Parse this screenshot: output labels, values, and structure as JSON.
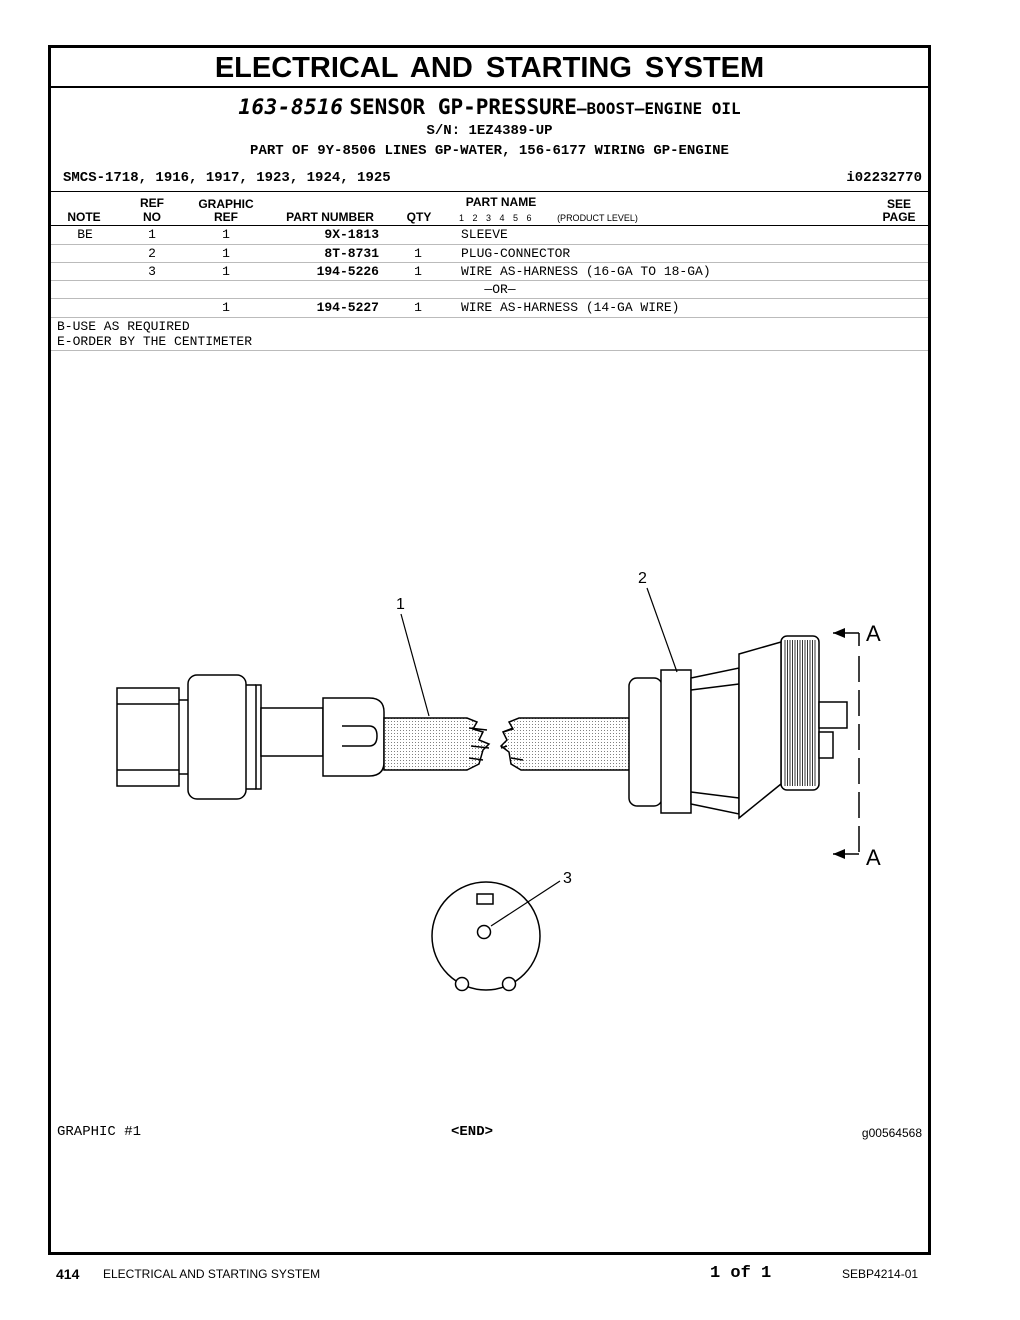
{
  "header": {
    "title": "ELECTRICAL AND STARTING SYSTEM",
    "group_part_number": "163-8516",
    "group_name": "SENSOR GP-PRESSURE",
    "group_subname": "—BOOST—ENGINE OIL",
    "serial": "S/N: 1EZ4389-UP",
    "part_of": "PART OF 9Y-8506 LINES GP-WATER, 156-6177 WIRING GP-ENGINE",
    "smcs": "SMCS-1718, 1916, 1917, 1923, 1924, 1925",
    "info_id": "i02232770"
  },
  "columns": {
    "note": "NOTE",
    "ref_no_top": "REF",
    "ref_no_bottom": "NO",
    "graphic_ref_top": "GRAPHIC",
    "graphic_ref_bottom": "REF",
    "part_number": "PART NUMBER",
    "qty": "QTY",
    "part_name": "PART NAME",
    "product_level": "1   2   3   4   5   6",
    "product_level_label": "(PRODUCT LEVEL)",
    "see_page_top": "SEE",
    "see_page_bottom": "PAGE"
  },
  "rows": [
    {
      "note": "BE",
      "ref_no": "1",
      "graphic_ref": "1",
      "part_number": "9X-1813",
      "qty": "",
      "part_name": "SLEEVE"
    },
    {
      "note": "",
      "ref_no": "2",
      "graphic_ref": "1",
      "part_number": "8T-8731",
      "qty": "1",
      "part_name": "PLUG-CONNECTOR"
    },
    {
      "note": "",
      "ref_no": "3",
      "graphic_ref": "1",
      "part_number": "194-5226",
      "qty": "1",
      "part_name": "WIRE AS-HARNESS (16-GA TO 18-GA)"
    },
    {
      "note": "",
      "ref_no": "",
      "graphic_ref": "",
      "part_number": "",
      "qty": "",
      "part_name": "   —OR—"
    },
    {
      "note": "",
      "ref_no": "",
      "graphic_ref": "1",
      "part_number": "194-5227",
      "qty": "1",
      "part_name": "WIRE AS-HARNESS (14-GA WIRE)"
    }
  ],
  "notes": [
    "B-USE AS REQUIRED",
    "E-ORDER BY THE CENTIMETER"
  ],
  "graphic": {
    "label": "GRAPHIC #1",
    "end": "<END>",
    "id": "g00564568",
    "callouts": [
      "1",
      "2",
      "3"
    ],
    "section_label": "A"
  },
  "footer": {
    "page_number": "414",
    "section": "ELECTRICAL AND STARTING SYSTEM",
    "page_of": "1 of 1",
    "doc_id": "SEBP4214-01"
  }
}
